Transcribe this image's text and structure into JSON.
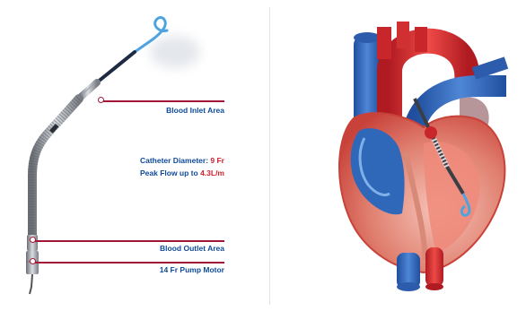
{
  "catheter_panel": {
    "callouts": [
      {
        "label": "Blood Inlet Area"
      },
      {
        "label": "Blood Outlet Area"
      },
      {
        "label": "14 Fr Pump Motor"
      }
    ],
    "specs": {
      "diameter_label": "Catheter Diameter:",
      "diameter_value": "9 Fr",
      "flow_label": "Peak Flow up to",
      "flow_value": "4.3L/m"
    }
  },
  "colors": {
    "label_blue": "#0e4a9a",
    "accent_red": "#d1202f",
    "callout_line": "#a3163a",
    "pigtail_blue": "#4da3e0"
  }
}
